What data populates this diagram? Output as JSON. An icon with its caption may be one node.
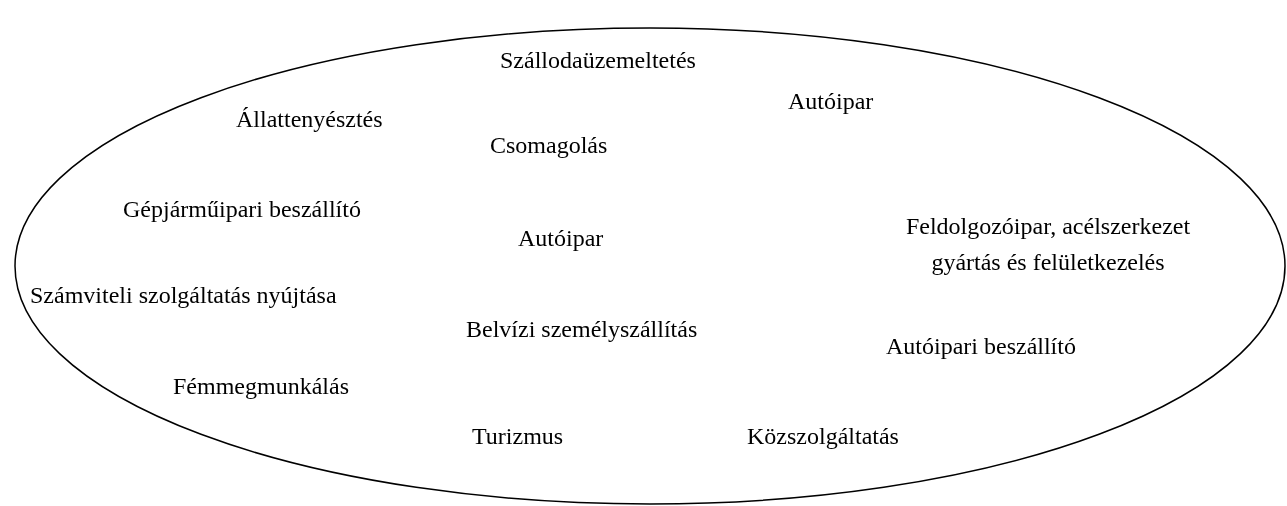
{
  "diagram": {
    "nodes": [
      {
        "text": [
          "Szállodaüzemeltetés",
          "Autóipar",
          "Állattenyésztés",
          "Csomagolás",
          "Gépjárműipari beszállító",
          "Autóipar",
          "Feldolgozóipar, acélszerkezet gyártás és felületkezelés",
          "Számviteli szolgáltatás nyújtása",
          "Belvízi személyszállítás",
          "Autóipari beszállító",
          "Fémmegmunkálás",
          "Turizmus",
          "Közszolgáltatás"
        ]
      }
    ]
  }
}
